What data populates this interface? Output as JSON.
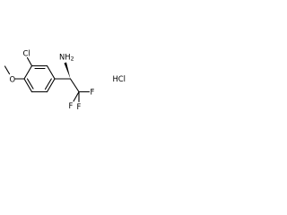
{
  "molecule": {
    "atoms": {
      "chlorine_ring": "Cl",
      "amine": "NH2",
      "amine_subscript": "2",
      "amine_base": "NH",
      "fluorine_1": "F",
      "fluorine_2": "F",
      "fluorine_3": "F",
      "oxygen": "O",
      "salt": "HCl"
    },
    "colors": {
      "bond": "#000000",
      "text": "#000000"
    }
  }
}
